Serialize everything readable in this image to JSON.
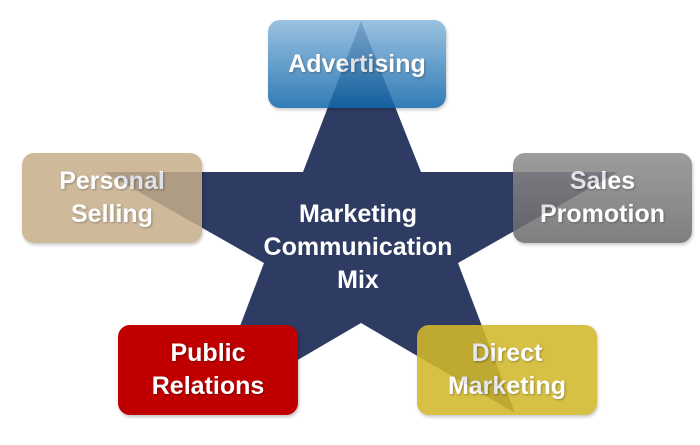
{
  "colors": {
    "star": "#2e3b63",
    "advertising": "#0e66aa",
    "personal_selling": "#c6ae8a",
    "sales_promotion": "#7a7a7a",
    "public_relations": "#c00000",
    "direct_marketing": "#d2b92c"
  },
  "center": {
    "line1": "Marketing",
    "line2": "Communication",
    "line3": "Mix"
  },
  "advertising": {
    "line1": "Advertising"
  },
  "personal_selling": {
    "line1": "Personal",
    "line2": "Selling"
  },
  "sales_promotion": {
    "line1": "Sales",
    "line2": "Promotion"
  },
  "public_relations": {
    "line1": "Public",
    "line2": "Relations"
  },
  "direct_marketing": {
    "line1": "Direct",
    "line2": "Marketing"
  }
}
